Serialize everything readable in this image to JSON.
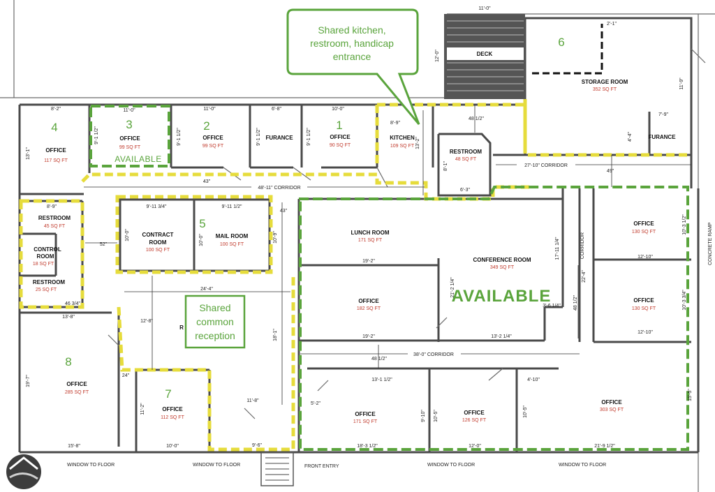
{
  "callouts": {
    "kitchen": [
      "Shared kitchen,",
      "restroom, handicap",
      "entrance"
    ],
    "reception": [
      "Shared",
      "common",
      "reception"
    ]
  },
  "suites": {
    "s1": "1",
    "s2": "2",
    "s3": "3",
    "s4": "4",
    "s5": "5",
    "s6": "6",
    "s7": "7",
    "s8": "8",
    "available_small": "AVAILABLE",
    "available_large": "AVAILABLE"
  },
  "rooms": {
    "office4": {
      "name": "OFFICE",
      "area": "117 SQ FT"
    },
    "office3": {
      "name": "OFFICE",
      "area": "99 SQ FT"
    },
    "office2": {
      "name": "OFFICE",
      "area": "99 SQ FT"
    },
    "furnace1": {
      "name": "FURANCE"
    },
    "office1": {
      "name": "OFFICE",
      "area": "90 SQ FT"
    },
    "kitchen": {
      "name": "KITCHEN",
      "area": "109 SQ FT"
    },
    "restroom_top": {
      "name": "RESTROOM",
      "area": "48 SQ FT"
    },
    "deck": {
      "name": "DECK"
    },
    "storage": {
      "name": "STORAGE ROOM",
      "area": "352 SQ FT"
    },
    "furnace2": {
      "name": "FURANCE"
    },
    "restroom_a": {
      "name": "RESTROOM",
      "area": "45 SQ FT"
    },
    "control": {
      "name1": "CONTROL",
      "name2": "ROOM",
      "area": "18 SQ FT"
    },
    "restroom_b": {
      "name": "RESTROOM",
      "area": "25 SQ FT"
    },
    "contract": {
      "name1": "CONTRACT",
      "name2": "ROOM",
      "area": "100 SQ FT"
    },
    "mail": {
      "name": "MAIL ROOM",
      "area": "100 SQ FT"
    },
    "lunch": {
      "name": "LUNCH ROOM",
      "area": "171 SQ FT"
    },
    "conference": {
      "name": "CONFERENCE ROOM",
      "area": "349 SQ FT"
    },
    "office_mid": {
      "name": "OFFICE",
      "area": "182 SQ FT"
    },
    "office_r1": {
      "name": "OFFICE",
      "area": "130 SQ FT"
    },
    "office_r2": {
      "name": "OFFICE",
      "area": "130 SQ FT"
    },
    "office8": {
      "name": "OFFICE",
      "area": "285 SQ FT"
    },
    "office7": {
      "name": "OFFICE",
      "area": "112 SQ FT"
    },
    "office_b1": {
      "name": "OFFICE",
      "area": "171 SQ FT"
    },
    "office_b2": {
      "name": "OFFICE",
      "area": "126 SQ FT"
    },
    "office_b3": {
      "name": "OFFICE",
      "area": "303 SQ FT"
    },
    "reception_partial": "R"
  },
  "corridors": {
    "c1": "48'-11\" CORRIDOR",
    "c2": "27'-10\" CORRIDOR",
    "c3": "38'-0\" CORRIDOR",
    "c4": "CORRIDOR"
  },
  "labels": {
    "front_entry": "FRONT ENTRY",
    "concrete_ramp": "CONCRETE RAMP",
    "window1": "WINDOW TO FLOOR",
    "window2": "WINDOW TO FLOOR",
    "window3": "WINDOW TO FLOOR",
    "window4": "WINDOW TO FLOOR"
  },
  "dims": {
    "d_11_0_top": "11'-0\"",
    "d_12_0": "12'-0\"",
    "d_2_1": "2'-1\"",
    "d_11_9": "11'-9\"",
    "d_7_9": "7'-9\"",
    "d_4_4": "4'-4\"",
    "d_8_2": "8'-2\"",
    "d_11_0a": "11'-0\"",
    "d_11_0b": "11'-0\"",
    "d_6_8": "6'-8\"",
    "d_10_0": "10'-0\"",
    "d_13_1": "13'-1\"",
    "d_9_1_2a": "9'-1 1/2\"",
    "d_9_1_2b": "9'-1 1/2\"",
    "d_9_1_2c": "9'-1 1/2\"",
    "d_9_1_2d": "9'-1 1/2\"",
    "d_8_9": "8'-9\"",
    "d_48_1_2": "48 1/2\"",
    "d_13_2": "13'-2\"",
    "d_8_1": "8'-1\"",
    "d_6_3": "6'-3\"",
    "d_49": "49\"",
    "d_43a": "43\"",
    "d_43b": "43\"",
    "d_8_9b": "8'-9\"",
    "d_9_11_3_4": "9'-11 3/4\"",
    "d_9_11_1_2": "9'-11 1/2\"",
    "d_10_0b": "10'-0\"",
    "d_10_0c": "10'-0\"",
    "d_10_9": "10'-9\"",
    "d_52": "52\"",
    "d_24_4": "24'-4\"",
    "d_19_2a": "19'-2\"",
    "d_19_2b": "19'-2\"",
    "d_17_11_1_4": "17'-11 1/4\"",
    "d_21_2_1_4": "21'-2 1/4\"",
    "d_22_4": "22'-4\"",
    "d_10_3_1_2": "10'-3 1/2\"",
    "d_10_3_3_4": "10'-3 3/4\"",
    "d_12_10a": "12'-10\"",
    "d_12_10b": "12'-10\"",
    "d_3_6_1_4": "3'-6 1/4\"",
    "d_13_2_1_4": "13'-2 1/4\"",
    "d_46_3_4": "46 3/4\"",
    "d_13_8": "13'-8\"",
    "d_12_8": "12'-8\"",
    "d_18_1": "18'-1\"",
    "d_48_1_2b": "48 1/2\"",
    "d_48_1_2c": "48 1/2\"",
    "d_13_1_1_2": "13'-1 1/2\"",
    "d_4_10": "4'-10\"",
    "d_19_7": "19'-7\"",
    "d_24": "24\"",
    "d_11_2": "11'-2\"",
    "d_11_8": "11'-8\"",
    "d_5_2": "5'-2\"",
    "d_9_10": "9'-10\"",
    "d_10_5a": "10'-5\"",
    "d_10_5b": "10'-5\"",
    "d_15_5": "15'-5\"",
    "d_15_8": "15'-8\"",
    "d_10_0d": "10'-0\"",
    "d_9_6": "9'-6\"",
    "d_18_3_1_2": "18'-3 1/2\"",
    "d_12_0b": "12'-0\"",
    "d_21_9_1_2": "21'-9 1/2\""
  }
}
